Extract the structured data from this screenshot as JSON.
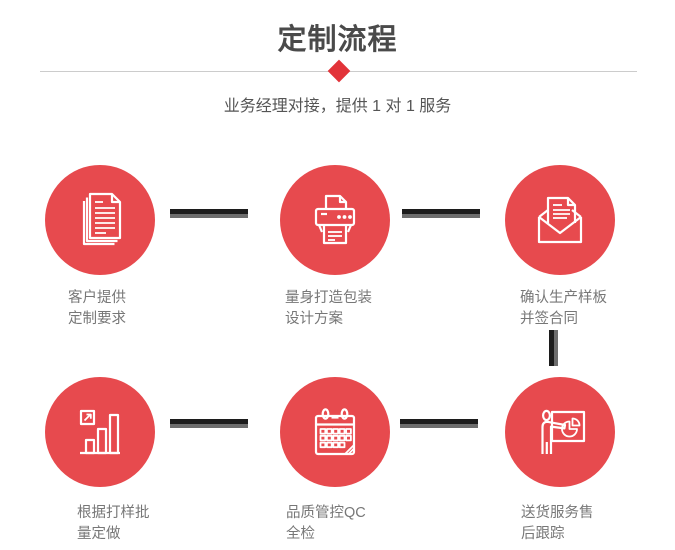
{
  "header": {
    "title": "定制流程",
    "subtitle": "业务经理对接，提供 1 对 1 服务"
  },
  "colors": {
    "brand_red": "#e74a4e",
    "diamond_red": "#e23339",
    "title_gray": "#4a4a4a",
    "subtitle_gray": "#555555",
    "label_gray": "#777777",
    "connector_black": "#1c1c1c",
    "connector_gray": "#6d6d6d",
    "divider_gray": "#cccccc",
    "icon_stroke": "#ffffff"
  },
  "steps": [
    {
      "icon": "documents-icon",
      "line1": "客户提供",
      "line2": "定制要求"
    },
    {
      "icon": "printer-icon",
      "line1": "量身打造包装",
      "line2": "设计方案"
    },
    {
      "icon": "envelope-icon",
      "line1": "确认生产样板",
      "line2": "并签合同"
    },
    {
      "icon": "bar-chart-icon",
      "line1": "根据打样批",
      "line2": "量定做"
    },
    {
      "icon": "calendar-icon",
      "line1": "品质管控QC",
      "line2": "全检"
    },
    {
      "icon": "presenter-icon",
      "line1": "送货服务售",
      "line2": "后跟踪"
    }
  ]
}
